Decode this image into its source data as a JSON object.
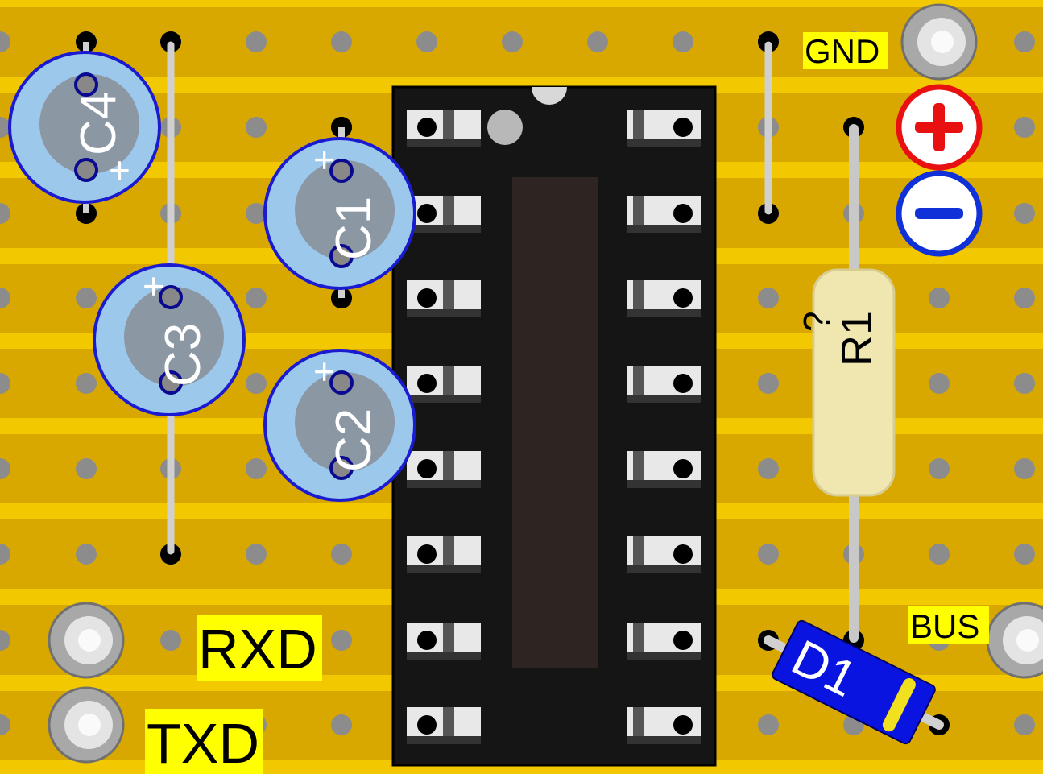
{
  "board": {
    "strip_color": "#d8a800",
    "gap_color": "#f2c800",
    "hole_color": "#8c8c8c"
  },
  "components": {
    "c4": {
      "label": "C4",
      "polarity": "+"
    },
    "c1": {
      "label": "C1",
      "polarity": "+"
    },
    "c3": {
      "label": "C3",
      "polarity": "+"
    },
    "c2": {
      "label": "C2",
      "polarity": "+"
    },
    "r1": {
      "label": "R1",
      "value": "?"
    },
    "d1": {
      "label": "D1"
    }
  },
  "labels": {
    "gnd": "GND",
    "bus": "BUS",
    "rxd": "RXD",
    "txd": "TXD",
    "plus": "+",
    "minus": "−"
  },
  "colors": {
    "cap": "#9cc8ec",
    "cap_outline": "#1a1ad0",
    "diode": "#0a14e0",
    "label_bg": "#ffff00",
    "plus": "#e81010",
    "minus": "#1030d8"
  }
}
